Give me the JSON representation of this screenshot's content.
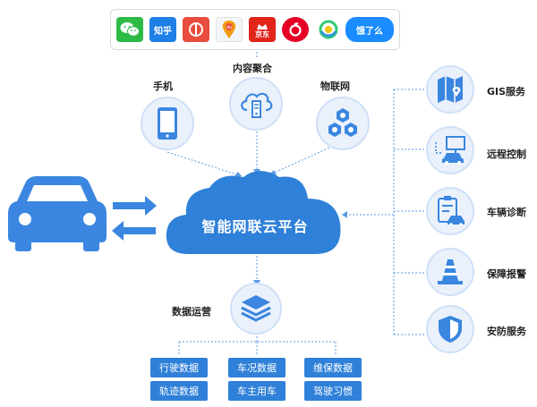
{
  "apps": {
    "items": [
      {
        "name": "wechat",
        "color": "#2dbb48",
        "text": ""
      },
      {
        "name": "zhihu",
        "color": "#1e80e6",
        "text": "知乎"
      },
      {
        "name": "music",
        "color": "#e84c3d",
        "text": ""
      },
      {
        "name": "map",
        "color": "#f0f4f7",
        "text": ""
      },
      {
        "name": "jd",
        "color": "#e1251b",
        "text": "京东"
      },
      {
        "name": "netease",
        "color": "#e60026",
        "text": ""
      },
      {
        "name": "qq-browser",
        "color": "#ffffff",
        "text": ""
      },
      {
        "name": "ele",
        "color": "#1a8cff",
        "text": "饿了么"
      }
    ]
  },
  "top": {
    "phone": "手机",
    "content": "内容聚合",
    "iot": "物联网"
  },
  "cloud": {
    "title": "智能网联云平台"
  },
  "ops": {
    "label": "数据运营"
  },
  "data_buttons": [
    "行驶数据",
    "车况数据",
    "维保数据",
    "轨迹数据",
    "车主用车",
    "驾驶习惯"
  ],
  "services": [
    "GIS服务",
    "远程控制",
    "车辆诊断",
    "保障报警",
    "安防服务"
  ],
  "colors": {
    "accent": "#2f80d8",
    "car": "#3a86e0",
    "dotted": "#5a9be6"
  }
}
